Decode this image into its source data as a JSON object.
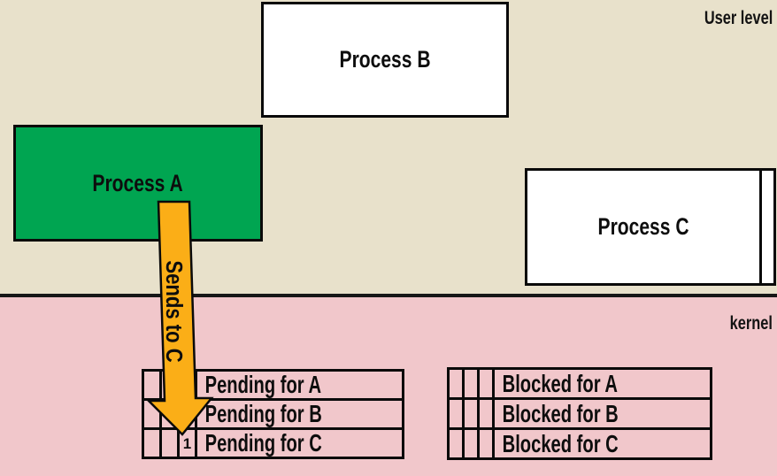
{
  "regions": {
    "user_level_label": "User level",
    "kernel_label": "kernel"
  },
  "processes": [
    {
      "label": "Process A"
    },
    {
      "label": "Process B"
    },
    {
      "label": "Process C"
    }
  ],
  "arrow": {
    "label": "Sends to C"
  },
  "pending_table": {
    "rows": [
      {
        "label": "Pending for A",
        "slots": [
          "",
          "",
          ""
        ]
      },
      {
        "label": "Pending for B",
        "slots": [
          "",
          "",
          ""
        ]
      },
      {
        "label": "Pending for C",
        "slots": [
          "",
          "",
          "1"
        ]
      }
    ]
  },
  "blocked_table": {
    "rows": [
      {
        "label": "Blocked for A",
        "slots": [
          "",
          "",
          ""
        ]
      },
      {
        "label": "Blocked for B",
        "slots": [
          "",
          "",
          ""
        ]
      },
      {
        "label": "Blocked for C",
        "slots": [
          "",
          "",
          ""
        ]
      }
    ]
  },
  "colors": {
    "user_level_bg": "#E8E1CB",
    "kernel_bg": "#F1C7CB",
    "process_a_fill": "#00A551",
    "arrow_fill": "#FBAE17",
    "line": "#0a0a0a"
  }
}
